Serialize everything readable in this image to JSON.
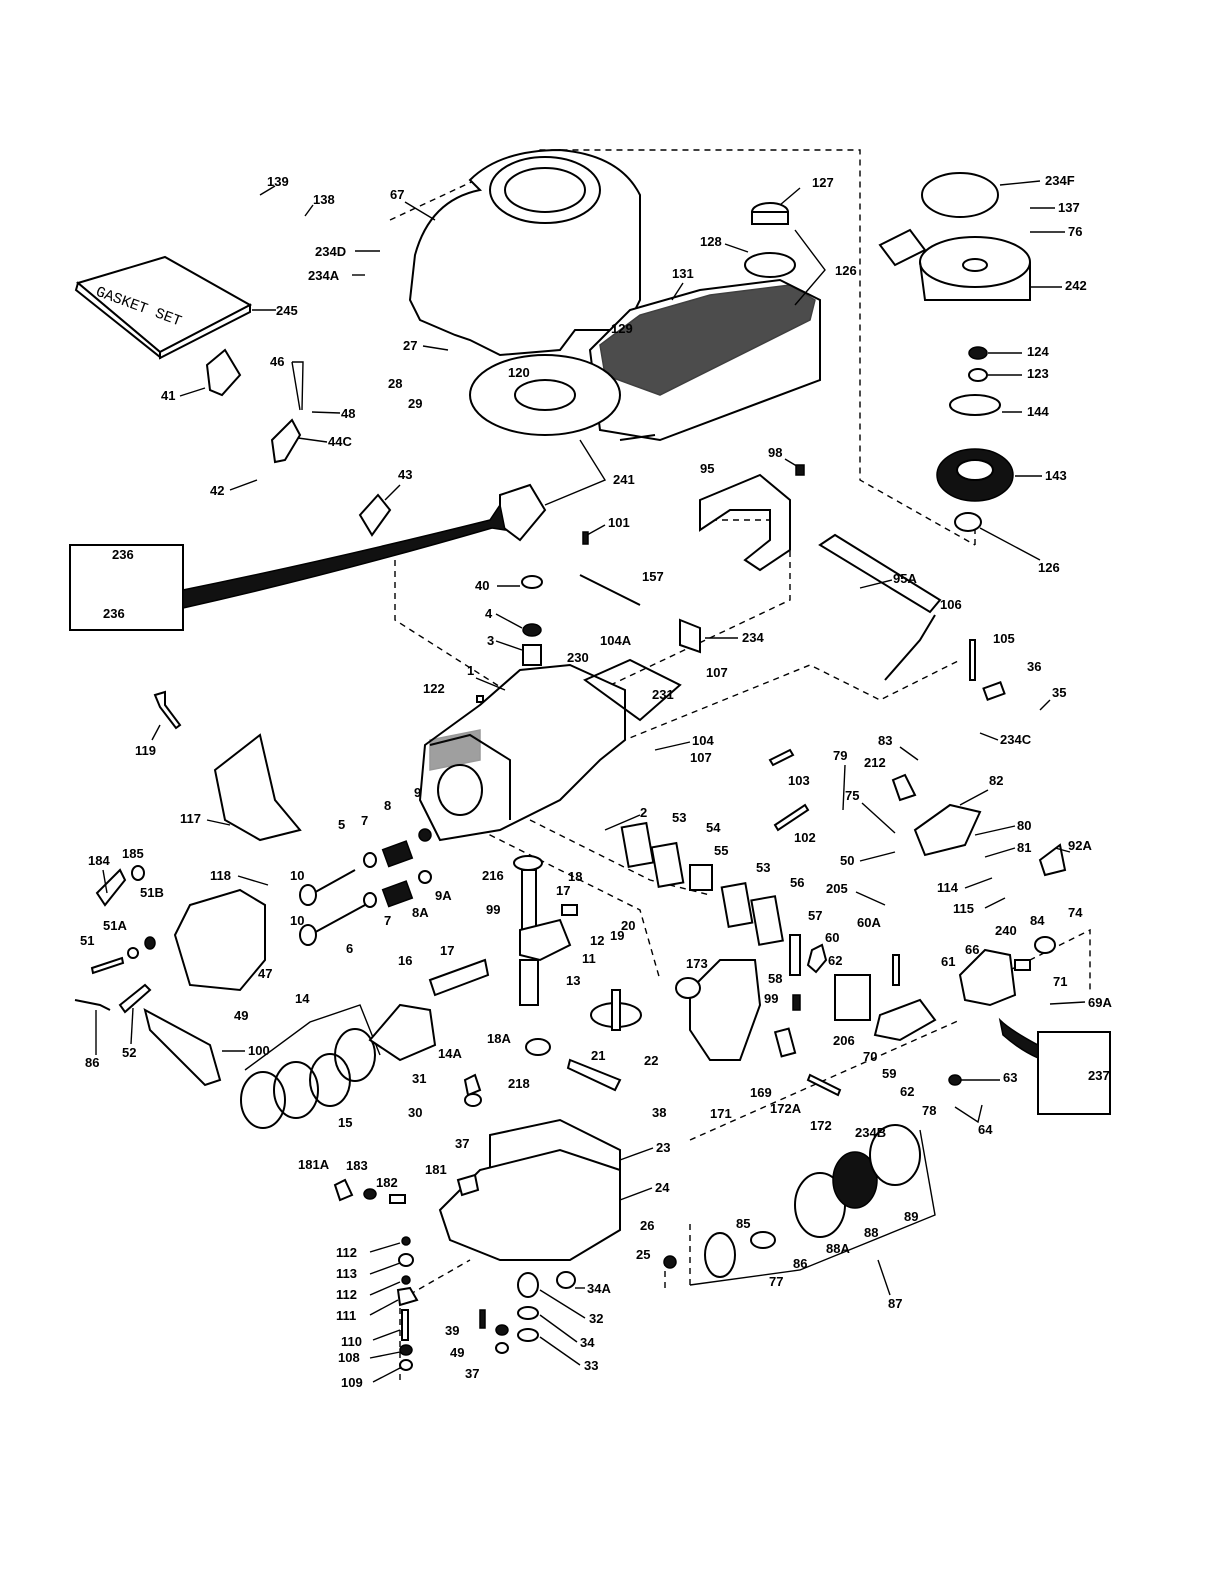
{
  "diagram": {
    "title": "",
    "kind": "exploded engine parts diagram",
    "gasket_box_text": "GASKET SET",
    "inset_boxes": [
      {
        "name": "ignition-inset",
        "labels": [
          "236",
          "236"
        ]
      },
      {
        "name": "primer-inset",
        "labels": [
          "237"
        ]
      }
    ],
    "labels": {
      "l139": "139",
      "l138": "138",
      "l67": "67",
      "l234D": "234D",
      "l234A": "234A",
      "l245": "245",
      "l46": "46",
      "l48a": "48",
      "l41": "41",
      "l27": "27",
      "l28": "28",
      "l29": "29",
      "l120": "120",
      "l129": "129",
      "l131": "131",
      "l127": "127",
      "l128": "128",
      "l126a": "126",
      "l234F": "234F",
      "l137": "137",
      "l76": "76",
      "l242": "242",
      "l124": "124",
      "l123": "123",
      "l144": "144",
      "l143": "143",
      "l126b": "126",
      "l44C": "44C",
      "l42": "42",
      "l43": "43",
      "l241": "241",
      "l98": "98",
      "l95": "95",
      "l101": "101",
      "l157": "157",
      "l95A": "95A",
      "l40": "40",
      "l4": "4",
      "l3": "3",
      "l234": "234",
      "l104A": "104A",
      "l230": "230",
      "l107a": "107",
      "l231": "231",
      "l106": "106",
      "l105": "105",
      "l36": "36",
      "l35": "35",
      "l1": "1",
      "l122": "122",
      "l104": "104",
      "l107b": "107",
      "l234C": "234C",
      "l119": "119",
      "l117": "117",
      "l103": "103",
      "l83": "83",
      "l212": "212",
      "l79": "79",
      "l82": "82",
      "l75": "75",
      "l92A": "92A",
      "l80": "80",
      "l81": "81",
      "l102": "102",
      "l50": "50",
      "l114": "114",
      "l115": "115",
      "l205": "205",
      "l2": "2",
      "l53a": "53",
      "l54": "54",
      "l55": "55",
      "l53b": "53",
      "l56": "56",
      "l57": "57",
      "l58": "58",
      "l60": "60",
      "l60A": "60A",
      "l62": "62",
      "l184": "184",
      "l185": "185",
      "l118": "118",
      "l5": "5",
      "l7a": "7",
      "l8": "8",
      "l9": "9",
      "l10a": "10",
      "l10b": "10",
      "l7b": "7",
      "l8A": "8A",
      "l9A": "9A",
      "l6": "6",
      "l51B": "51B",
      "l51A": "51A",
      "l51": "51",
      "l47": "47",
      "l49": "49",
      "l216": "216",
      "l18": "18",
      "l17a": "17",
      "l20": "20",
      "l19": "19",
      "l99a": "99",
      "l12": "12",
      "l11": "11",
      "l13": "13",
      "l16": "16",
      "l17b": "17",
      "l14": "14",
      "l14A": "14A",
      "l18A": "18A",
      "l173": "173",
      "l99b": "99",
      "l240": "240",
      "l84": "84",
      "l74": "74",
      "l66": "66",
      "l61": "61",
      "l71": "71",
      "l69A": "69A",
      "l206": "206",
      "l70": "70",
      "l59": "59",
      "l62b": "62",
      "l63": "63",
      "l64": "64",
      "l237": "237",
      "l86a": "86",
      "l52": "52",
      "l100": "100",
      "l15": "15",
      "l31": "31",
      "l30": "30",
      "l21": "21",
      "l22": "22",
      "l218": "218",
      "l38": "38",
      "l171": "171",
      "l169": "169",
      "l172A": "172A",
      "l172": "172",
      "l234B": "234B",
      "l78": "78",
      "l37a": "37",
      "l23": "23",
      "l181A": "181A",
      "l183": "183",
      "l182": "182",
      "l181": "181",
      "l24": "24",
      "l26": "26",
      "l25": "25",
      "l112a": "112",
      "l113": "113",
      "l112b": "112",
      "l111": "111",
      "l110": "110",
      "l108": "108",
      "l109": "109",
      "l39": "39",
      "l49b": "49",
      "l37b": "37",
      "l32": "32",
      "l34A": "34A",
      "l34": "34",
      "l33": "33",
      "l85": "85",
      "l77": "77",
      "l86b": "86",
      "l88A": "88A",
      "l88": "88",
      "l89": "89",
      "l87": "87"
    }
  }
}
